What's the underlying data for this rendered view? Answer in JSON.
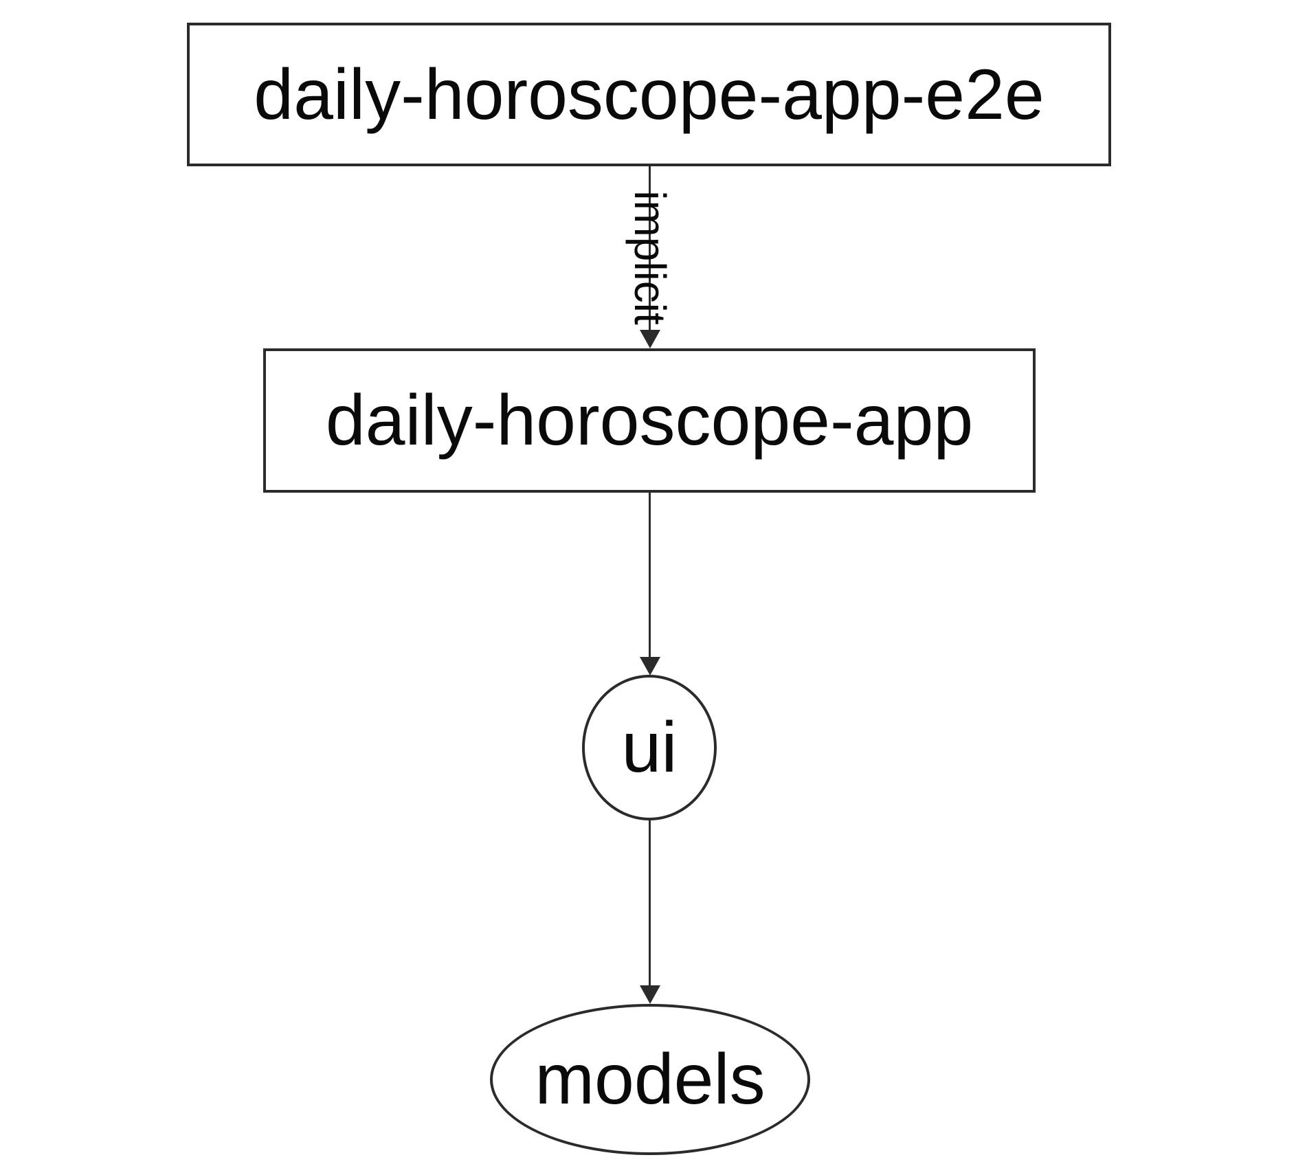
{
  "diagram": {
    "type": "dependency-graph",
    "colors": {
      "background": "#ffffff",
      "stroke": "#2b2b2b",
      "text": "#0a0a0a"
    },
    "nodes": {
      "e2e": {
        "label": "daily-horoscope-app-e2e",
        "shape": "rectangle"
      },
      "app": {
        "label": "daily-horoscope-app",
        "shape": "rectangle"
      },
      "ui": {
        "label": "ui",
        "shape": "ellipse"
      },
      "models": {
        "label": "models",
        "shape": "ellipse"
      }
    },
    "edges": [
      {
        "from": "daily-horoscope-app-e2e",
        "to": "daily-horoscope-app",
        "label": "implicit"
      },
      {
        "from": "daily-horoscope-app",
        "to": "ui",
        "label": ""
      },
      {
        "from": "ui",
        "to": "models",
        "label": ""
      }
    ]
  }
}
